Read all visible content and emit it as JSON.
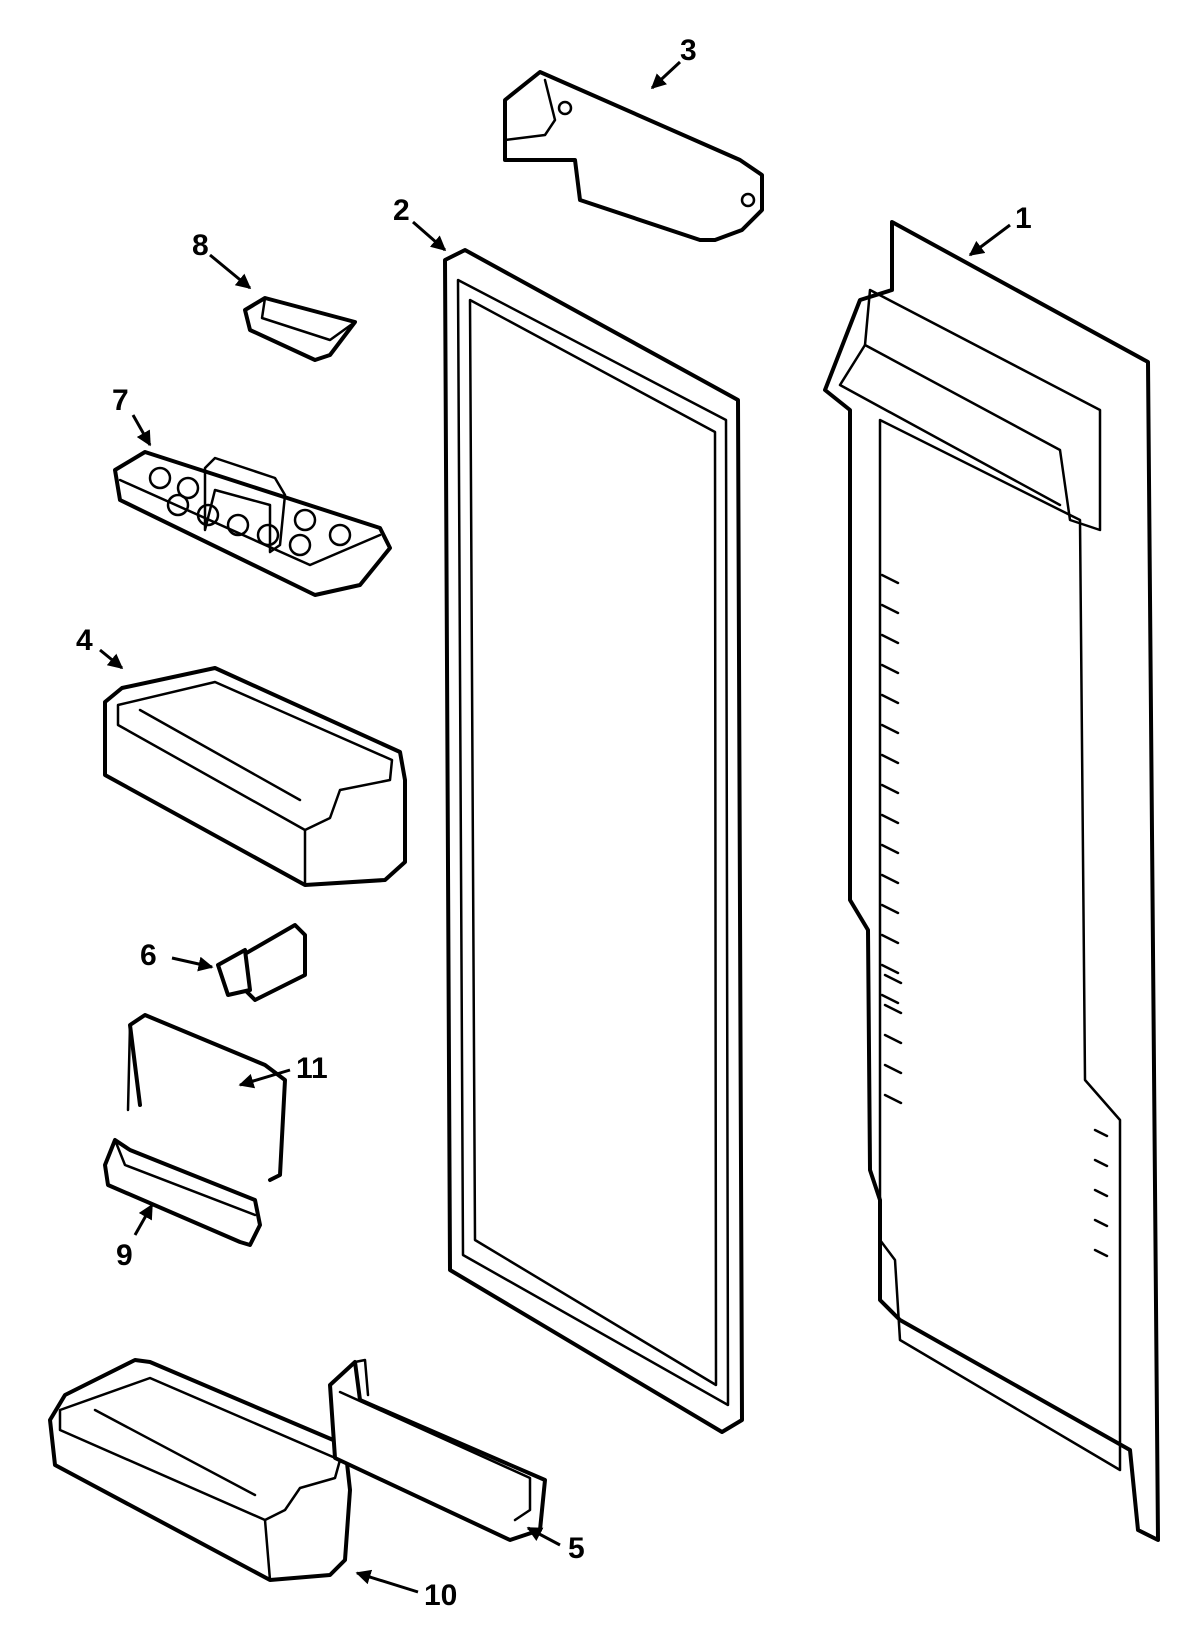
{
  "colors": {
    "line": "#000000",
    "background": "#ffffff"
  },
  "callouts": {
    "door_liner": "1",
    "door_gasket": "2",
    "dairy_door": "3",
    "door_bin_large": "4",
    "door_bin_small": "5",
    "bin_clip": "6",
    "egg_tray": "7",
    "dairy_insert": "8",
    "shelf_retainer": "9",
    "door_bin_bottom": "10",
    "wire_retainer": "11"
  }
}
